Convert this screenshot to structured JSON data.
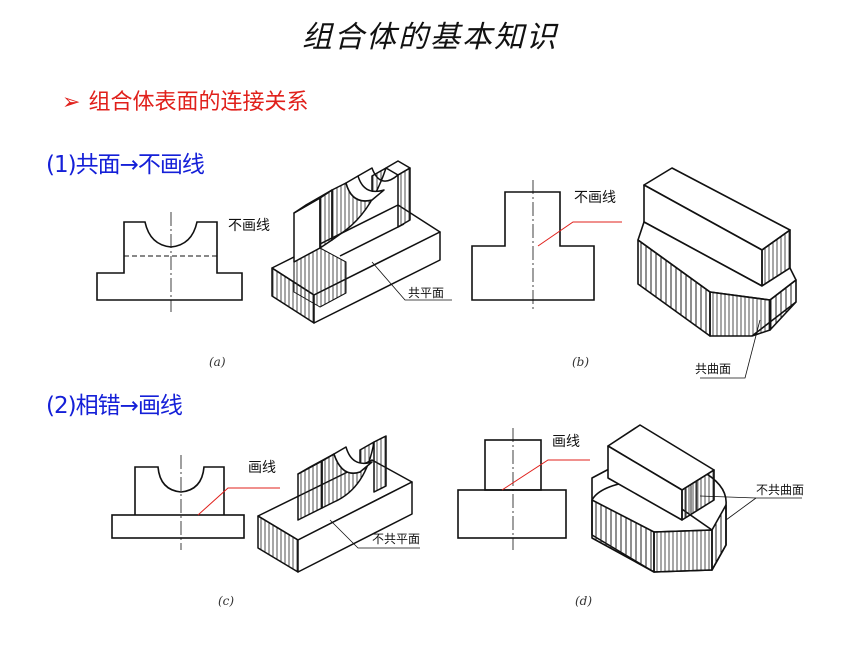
{
  "title": "组合体的基本知识",
  "bullet": {
    "icon": "arrow-bullet-icon",
    "text": "组合体表面的连接关系"
  },
  "sections": {
    "s1": "(1)共面→不画线",
    "s2": "(2)相错→画线"
  },
  "labels": {
    "a_no_line": "不画线",
    "a_coplanar": "共平面",
    "b_no_line": "不画线",
    "b_cocurved": "共曲面",
    "c_line": "画线",
    "c_not_coplanar": "不共平面",
    "d_line": "画线",
    "d_not_cocurved": "不共曲面"
  },
  "captions": {
    "a": "(a)",
    "b": "(b)",
    "c": "(c)",
    "d": "(d)"
  },
  "colors": {
    "title": "#111111",
    "bullet": "#e0201b",
    "section": "#1520d8",
    "leader": "#e0201b"
  }
}
